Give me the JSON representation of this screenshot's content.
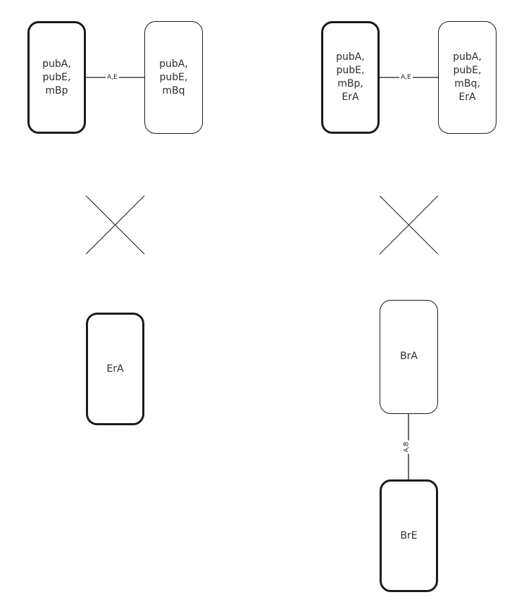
{
  "diagram": {
    "left": {
      "node_top_left": {
        "label": "pubA,\npubE,\nmBp"
      },
      "node_top_right": {
        "label": "pubA,\npubE,\nmBq"
      },
      "edge_top": {
        "label": "A,E"
      },
      "node_bottom": {
        "label": "ErA"
      }
    },
    "right": {
      "node_top_left": {
        "label": "pubA,\npubE,\nmBp,\nErA"
      },
      "node_top_right": {
        "label": "pubA,\npubE,\nmBq,\nErA"
      },
      "edge_top": {
        "label": "A,E"
      },
      "node_middle": {
        "label": "BrA"
      },
      "edge_vertical": {
        "label": "A,B"
      },
      "node_bottom": {
        "label": "BrE"
      }
    }
  }
}
